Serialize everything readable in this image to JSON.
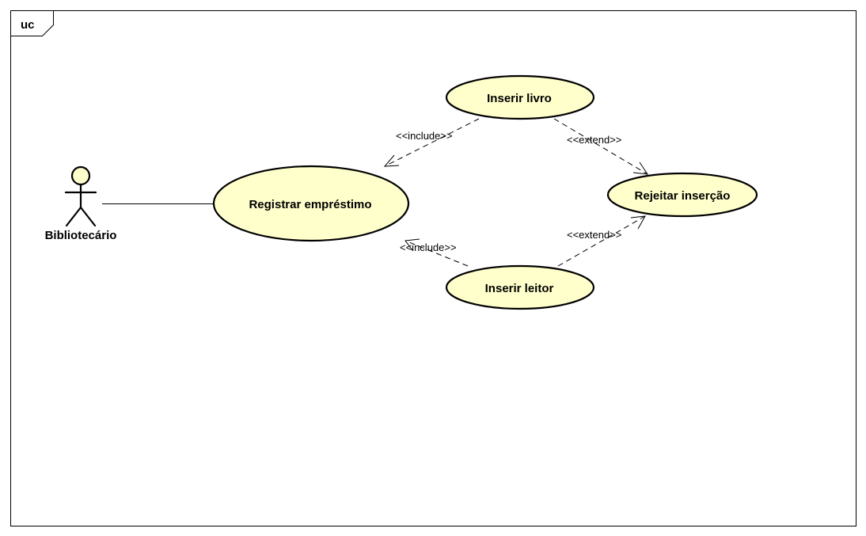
{
  "frame": {
    "kind_label": "uc"
  },
  "actor": {
    "name": "Bibliotecário"
  },
  "use_cases": {
    "registrar": "Registrar empréstimo",
    "inserir_livro": "Inserir livro",
    "inserir_leitor": "Inserir leitor",
    "rejeitar": "Rejeitar inserção"
  },
  "relationships": {
    "include_livro": "<<include>>",
    "include_leitor": "<<include>>",
    "extend_livro": "<<extend>>",
    "extend_leitor": "<<extend>>"
  },
  "colors": {
    "usecase_fill": "#ffffcc",
    "stroke": "#000000",
    "background": "#ffffff"
  }
}
